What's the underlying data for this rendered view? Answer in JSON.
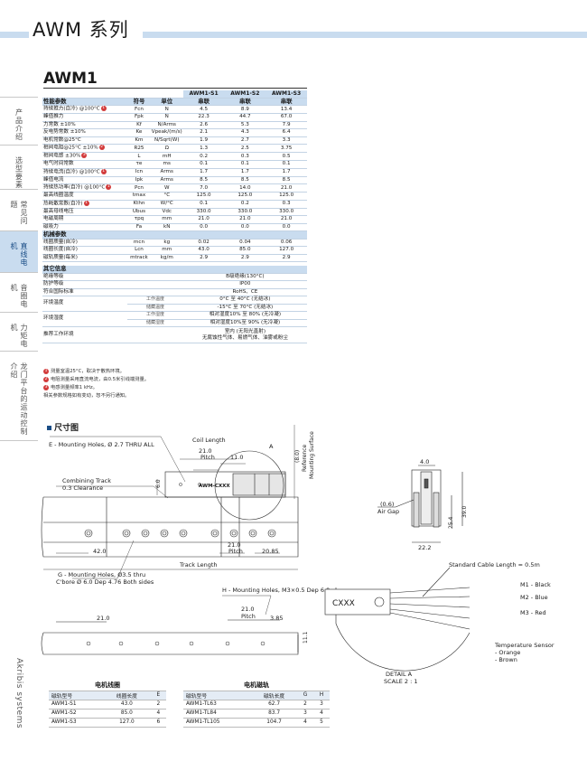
{
  "header": {
    "series_title": "AWM 系列",
    "model_title": "AWM1"
  },
  "side_tabs": [
    {
      "label": "产品介绍",
      "active": false
    },
    {
      "label": "选型要素",
      "active": false
    },
    {
      "label": "常见问题",
      "active": false
    },
    {
      "label": "直线电机",
      "active": true
    },
    {
      "label": "音圈电机",
      "active": false
    },
    {
      "label": "力矩电机",
      "active": false
    },
    {
      "label": "龙门平台的运动控制介绍",
      "active": false
    }
  ],
  "brand": "Akribis systems",
  "spec_table": {
    "columns": [
      "AWM1-S1",
      "AWM1-S2",
      "AWM1-S3"
    ],
    "performance_title": "性能参数",
    "col_symbol": "符号",
    "col_unit": "单位",
    "wiring": [
      "串联",
      "串联",
      "串联"
    ],
    "performance": [
      {
        "name": "持续推力(自冷) @100°C",
        "mark": "1",
        "sym": "Fcn",
        "unit": "N",
        "v": [
          "4.5",
          "8.9",
          "13.4"
        ]
      },
      {
        "name": "峰值推力",
        "mark": "",
        "sym": "Fpk",
        "unit": "N",
        "v": [
          "22.3",
          "44.7",
          "67.0"
        ]
      },
      {
        "name": "力常数 ±10%",
        "mark": "",
        "sym": "Kf",
        "unit": "N/Arms",
        "v": [
          "2.6",
          "5.3",
          "7.9"
        ]
      },
      {
        "name": "反电势常数 ±10%",
        "mark": "",
        "sym": "Ke",
        "unit": "Vpeak/(m/s)",
        "v": [
          "2.1",
          "4.3",
          "6.4"
        ]
      },
      {
        "name": "电机常数@25°C",
        "mark": "",
        "sym": "Km",
        "unit": "N/Sqrt(W)",
        "v": [
          "1.9",
          "2.7",
          "3.3"
        ]
      },
      {
        "name": "相间电阻@25°C ±10%",
        "mark": "2",
        "sym": "R25",
        "unit": "Ω",
        "v": [
          "1.3",
          "2.5",
          "3.75"
        ]
      },
      {
        "name": "相间电感 ±30%",
        "mark": "3",
        "sym": "L",
        "unit": "mH",
        "v": [
          "0.2",
          "0.3",
          "0.5"
        ]
      },
      {
        "name": "电气时间常数",
        "mark": "",
        "sym": "τe",
        "unit": "ms",
        "v": [
          "0.1",
          "0.1",
          "0.1"
        ]
      },
      {
        "name": "持续电流(自冷) @100°C",
        "mark": "1",
        "sym": "Icn",
        "unit": "Arms",
        "v": [
          "1.7",
          "1.7",
          "1.7"
        ]
      },
      {
        "name": "峰值电流",
        "mark": "",
        "sym": "Ipk",
        "unit": "Arms",
        "v": [
          "8.5",
          "8.5",
          "8.5"
        ]
      },
      {
        "name": "持续热功率(自冷) @100°C",
        "mark": "1",
        "sym": "Pcn",
        "unit": "W",
        "v": [
          "7.0",
          "14.0",
          "21.0"
        ]
      },
      {
        "name": "最高线圈温度",
        "mark": "",
        "sym": "tmax",
        "unit": "°C",
        "v": [
          "125.0",
          "125.0",
          "125.0"
        ]
      },
      {
        "name": "热耗散常数(自冷)",
        "mark": "1",
        "sym": "Kthn",
        "unit": "W/°C",
        "v": [
          "0.1",
          "0.2",
          "0.3"
        ]
      },
      {
        "name": "最高母线电压",
        "mark": "",
        "sym": "Ubus",
        "unit": "Vdc",
        "v": [
          "330.0",
          "330.0",
          "330.0"
        ]
      },
      {
        "name": "电磁周期",
        "mark": "",
        "sym": "τpq",
        "unit": "mm",
        "v": [
          "21.0",
          "21.0",
          "21.0"
        ]
      },
      {
        "name": "磁吸力",
        "mark": "",
        "sym": "Fa",
        "unit": "kN",
        "v": [
          "0.0",
          "0.0",
          "0.0"
        ]
      }
    ],
    "mechanical_title": "机械参数",
    "mechanical": [
      {
        "name": "线圈质量(自冷)",
        "sym": "mcn",
        "unit": "kg",
        "v": [
          "0.02",
          "0.04",
          "0.06"
        ]
      },
      {
        "name": "线圈长度(自冷)",
        "sym": "Lcn",
        "unit": "mm",
        "v": [
          "43.0",
          "85.0",
          "127.0"
        ]
      },
      {
        "name": "磁轨质量(每米)",
        "sym": "mtrack",
        "unit": "kg/m",
        "v": [
          "2.9",
          "2.9",
          "2.9"
        ]
      }
    ],
    "other_title": "其它信息",
    "other": [
      {
        "name": "绝缘等级",
        "value": "B级绝缘(130°C)"
      },
      {
        "name": "防护等级",
        "value": "IP00"
      },
      {
        "name": "符合国际标准",
        "value": "RoHS、CE"
      }
    ],
    "env_temp": {
      "name": "环境温度",
      "work_label": "工作温度",
      "work": "0°C 至 40°C (无结冰)",
      "store_label": "储藏温度",
      "store": "-15°C 至 70°C (无结冰)"
    },
    "env_hum": {
      "name": "环境湿度",
      "work_label": "工作湿度",
      "work": "相对湿度10% 至 80% (无冷凝)",
      "store_label": "储藏湿度",
      "store": "相对湿度10%至 90% (无冷凝)"
    },
    "recommended": {
      "name": "推荐工作环境",
      "line1": "室内 (无阳光直射)",
      "line2": "无腐蚀性气体、易燃气体、油雾或粉尘"
    }
  },
  "notes": [
    {
      "mark": "1",
      "text": "测量室温25°C，取决于散热环境。"
    },
    {
      "mark": "2",
      "text": "电阻测量采用直流电流，由0.5米引线端测量。"
    },
    {
      "mark": "3",
      "text": "电感测量频率1 kHz。"
    },
    {
      "mark": "",
      "text": "相关参数规格如有变动，恕不另行通知。"
    }
  ],
  "drawing": {
    "title": "尺寸图",
    "e_holes": "E - Mounting Holes, Ø 2.7 THRU ALL",
    "coil_length": "Coil Length",
    "d21": "21.0",
    "pitch": "Pitch",
    "d11": "11.0",
    "detail_a": "A",
    "ref_surface_1": "(8.0)",
    "ref_surface_2": "Reference",
    "ref_surface_3": "Mounting Surface",
    "combining_1": "Combining Track",
    "combining_2": "0.3 Clearance",
    "d6": "6.0",
    "coil_label": "AWM-CXXX",
    "d06": "(0.6)",
    "air_gap": "Air Gap",
    "d4": "4.0",
    "d254": "25.4",
    "d39": "39.0",
    "d222": "22.2",
    "d42": "42.0",
    "d2085": "20.85",
    "track_length": "Track Length",
    "g_holes_1": "G - Mounting Holes, Ø3.5 thru",
    "g_holes_2": "C'bore Ø 6.0 Dep 4.76 Both sides",
    "h_holes": "H - Mounting Holes, M3×0.5 Dep 6.0",
    "d385": "3.85",
    "d111": "11.1",
    "cable": "Standard Cable Length = 0.5m",
    "m1": "M1 - Black",
    "m2": "M2 - Blue",
    "m3": "M3 - Red",
    "temp_1": "Temperature Sensor",
    "temp_2": "- Orange",
    "temp_3": "- Brown",
    "detail_1": "DETAIL A",
    "detail_2": "SCALE 2 : 1",
    "cxxx": "CXXX"
  },
  "coil_table": {
    "caption": "电机线圈",
    "headers": [
      "磁轨型号",
      "线圈长度",
      "E"
    ],
    "rows": [
      [
        "AWM1-S1",
        "43.0",
        "2"
      ],
      [
        "AWM1-S2",
        "85.0",
        "4"
      ],
      [
        "AWM1-S3",
        "127.0",
        "6"
      ]
    ]
  },
  "track_table": {
    "caption": "电机磁轨",
    "headers": [
      "磁轨型号",
      "磁轨长度",
      "G",
      "H"
    ],
    "rows": [
      [
        "AWM1-TL63",
        "62.7",
        "2",
        "3"
      ],
      [
        "AWM1-TL84",
        "83.7",
        "3",
        "4"
      ],
      [
        "AWM1-TL105",
        "104.7",
        "4",
        "5"
      ]
    ]
  }
}
